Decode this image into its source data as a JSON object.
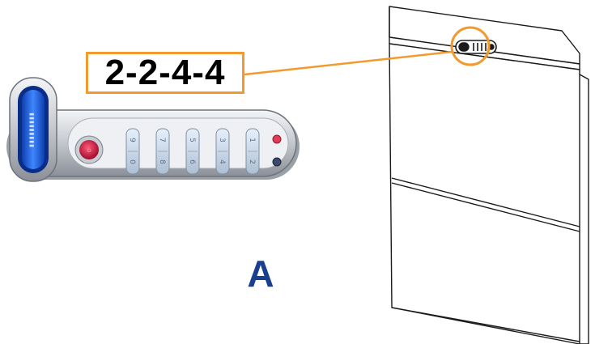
{
  "code": {
    "label": "2-2-4-4"
  },
  "panel": {
    "letter": "A"
  },
  "keypad": {
    "keys_top": [
      "9",
      "7",
      "5",
      "3",
      "1"
    ],
    "keys_bottom": [
      "0",
      "8",
      "6",
      "4",
      "2"
    ]
  },
  "colors": {
    "callout": "#f39a2e",
    "letter": "#1a3f8f",
    "lock_blue": "#1f5fd6",
    "power_button": "#d4143c"
  }
}
